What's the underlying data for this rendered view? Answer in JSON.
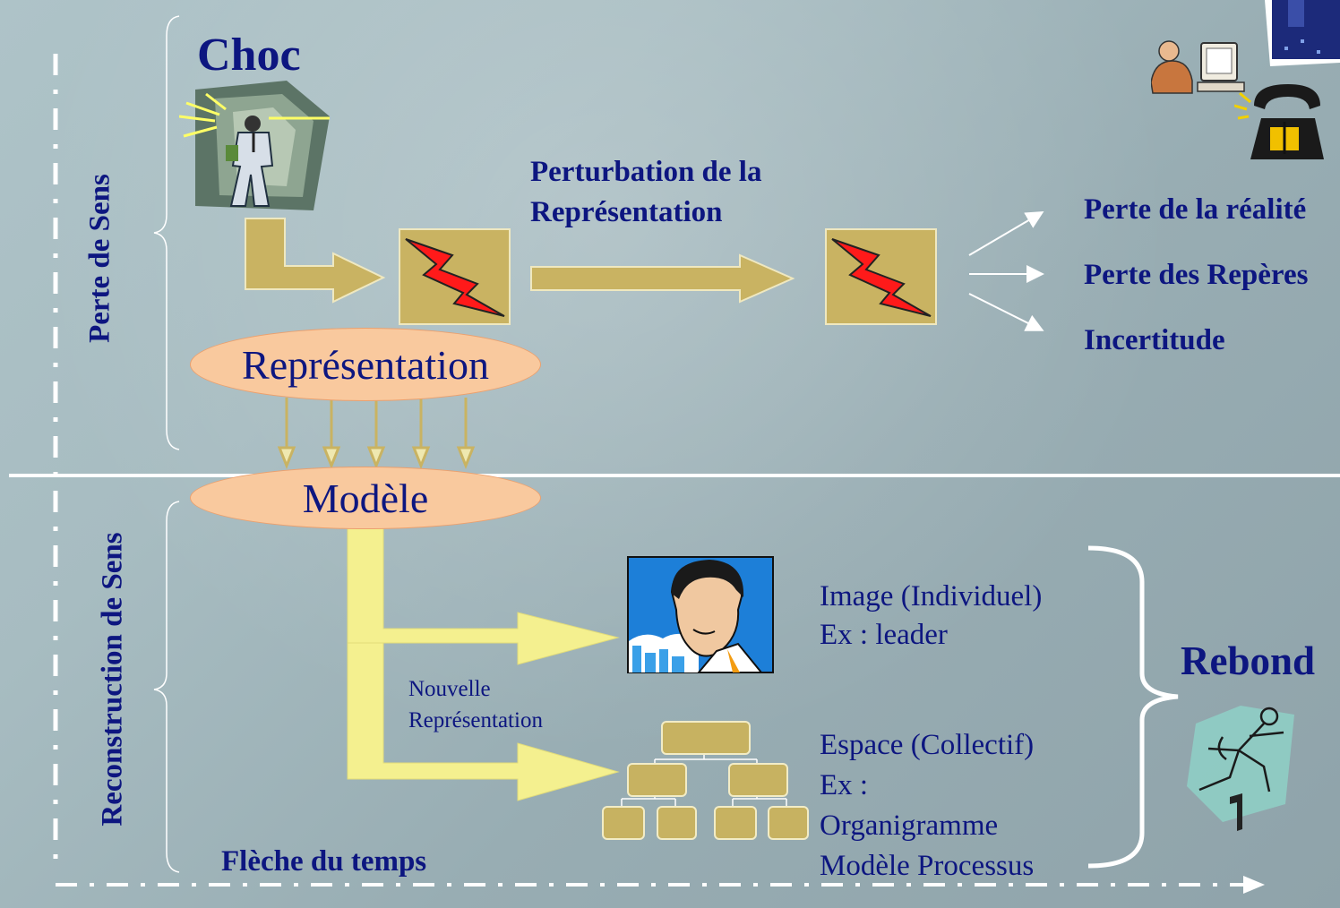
{
  "top_section": {
    "side_label": "Perte de Sens",
    "title": "Choc",
    "perturbation_line1": "Perturbation de la",
    "perturbation_line2": "Représentation",
    "outcomes": [
      "Perte de la réalité",
      "Perte des Repères",
      "Incertitude"
    ],
    "representation": "Représentation"
  },
  "bottom_section": {
    "side_label": "Reconstruction de Sens",
    "model": "Modèle",
    "nouvelle_line1": "Nouvelle",
    "nouvelle_line2": "Représentation",
    "image_line1": "Image (Individuel)",
    "image_line2": "Ex : leader",
    "espace_line1": "Espace (Collectif)",
    "espace_line2": "Ex :",
    "espace_line3": "Organigramme",
    "espace_line4": "Modèle Processus",
    "rebond": "Rebond",
    "time_arrow": "Flèche du temps"
  },
  "colors": {
    "title_text": "#0d1680",
    "ellipse_fill": "#f9c99e",
    "arrow_fill": "#c9b362",
    "yellow_arrow": "#f4f08f",
    "lightning": "#ff1a1a"
  },
  "icons": [
    "shocked-man-icon",
    "lightning-icon",
    "businessman-portrait-icon",
    "org-chart-icon",
    "running-man-icon",
    "computer-user-icon",
    "telephone-icon",
    "building-icon"
  ]
}
